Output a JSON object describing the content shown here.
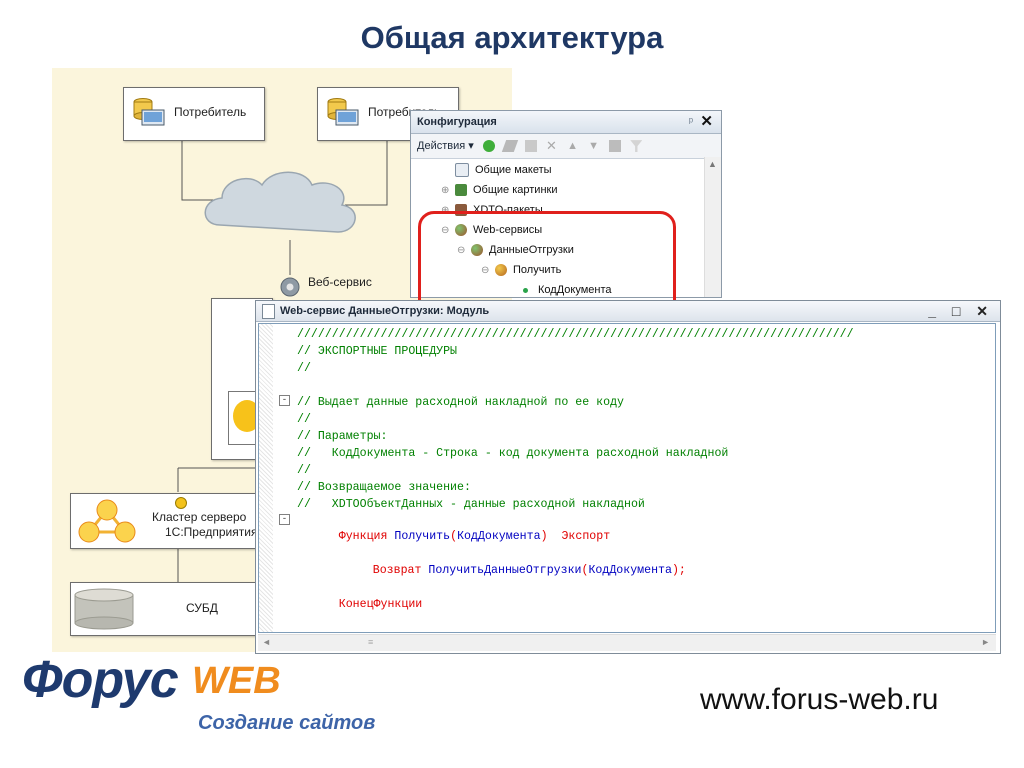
{
  "slide": {
    "title": "Общая архитектура"
  },
  "diagram": {
    "consumer1": "Потребитель",
    "consumer2": "Потребитель",
    "web_service": "Веб-сервис",
    "cluster_line1": "Кластер серверо",
    "cluster_line2": "1С:Предприятия",
    "dbms": "СУБД"
  },
  "config_panel": {
    "title": "Конфигурация",
    "pin": "ᵖ",
    "close": "✕",
    "actions_label": "Действия ▾",
    "tree": [
      {
        "label": "Общие макеты",
        "expander": "",
        "indent": 0
      },
      {
        "label": "Общие картинки",
        "expander": "⊕",
        "indent": 0
      },
      {
        "label": "XDTO-пакеты",
        "expander": "⊕",
        "indent": 0
      },
      {
        "label": "Web-сервисы",
        "expander": "⊖",
        "indent": 0
      },
      {
        "label": "ДанныеОтгрузки",
        "expander": "⊖",
        "indent": 1
      },
      {
        "label": "Получить",
        "expander": "⊖",
        "indent": 2
      },
      {
        "label": "КодДокумента",
        "expander": "",
        "indent": 3
      }
    ]
  },
  "module_window": {
    "title": "Web-сервис ДанныеОтгрузки: Модуль",
    "buttons": "_ □ ✕",
    "code": [
      {
        "text": "////////////////////////////////////////////////////////////////////////////////",
        "color": "#008000"
      },
      {
        "text": "// ЭКСПОРТНЫЕ ПРОЦЕДУРЫ",
        "color": "#008000"
      },
      {
        "text": "//",
        "color": "#008000"
      },
      {
        "text": "",
        "color": "#008000"
      },
      {
        "text": "// Выдает данные расходной накладной по ее коду",
        "color": "#008000"
      },
      {
        "text": "//",
        "color": "#008000"
      },
      {
        "text": "// Параметры:",
        "color": "#008000"
      },
      {
        "text": "//   КодДокумента - Строка - код документа расходной накладной",
        "color": "#008000"
      },
      {
        "text": "//",
        "color": "#008000"
      },
      {
        "text": "// Возвращаемое значение:",
        "color": "#008000"
      },
      {
        "text": "//   XDTOОбъектДанных - данные расходной накладной",
        "color": "#008000"
      }
    ],
    "fn_keyword": "Функция",
    "fn_name": "Получить",
    "fn_open": "(",
    "fn_param": "КодДокумента",
    "fn_close": ")",
    "fn_export": "Экспорт",
    "ret_keyword": "Возврат",
    "ret_call": "ПолучитьДанныеОтгрузки",
    "ret_open": "(",
    "ret_param": "КодДокумента",
    "ret_close": ");",
    "end_keyword": "КонецФункции",
    "fold_minus": "-",
    "scroll_left": "◄",
    "scroll_right": "►",
    "scroll_mid": "≡"
  },
  "footer": {
    "logo_main": "Форус",
    "logo_web": "WEB",
    "logo_tagline": "Создание сайтов",
    "url": "www.forus-web.ru"
  },
  "colors": {
    "title": "#1f3864",
    "diagram_bg": "#fbf5dc",
    "highlight": "#e0201c",
    "comment": "#008000",
    "keyword": "#e00000",
    "identifier": "#0000c0"
  }
}
